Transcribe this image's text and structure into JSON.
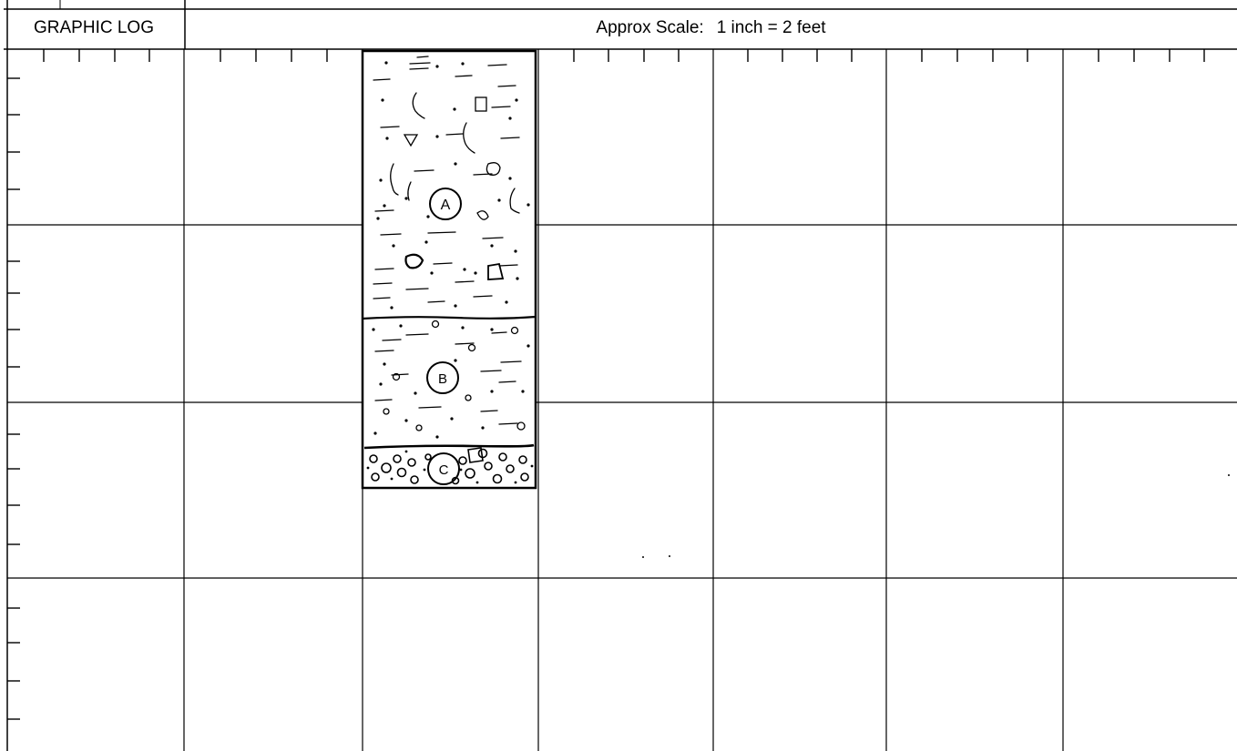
{
  "header": {
    "title": "GRAPHIC LOG",
    "scale_label": "Approx Scale:",
    "scale_value": "1 inch = 2 feet"
  },
  "log": {
    "units": [
      {
        "id": "A",
        "label": "A"
      },
      {
        "id": "B",
        "label": "B"
      },
      {
        "id": "C",
        "label": "C"
      }
    ],
    "colors": {
      "ink": "#000000",
      "paper": "#ffffff"
    }
  }
}
